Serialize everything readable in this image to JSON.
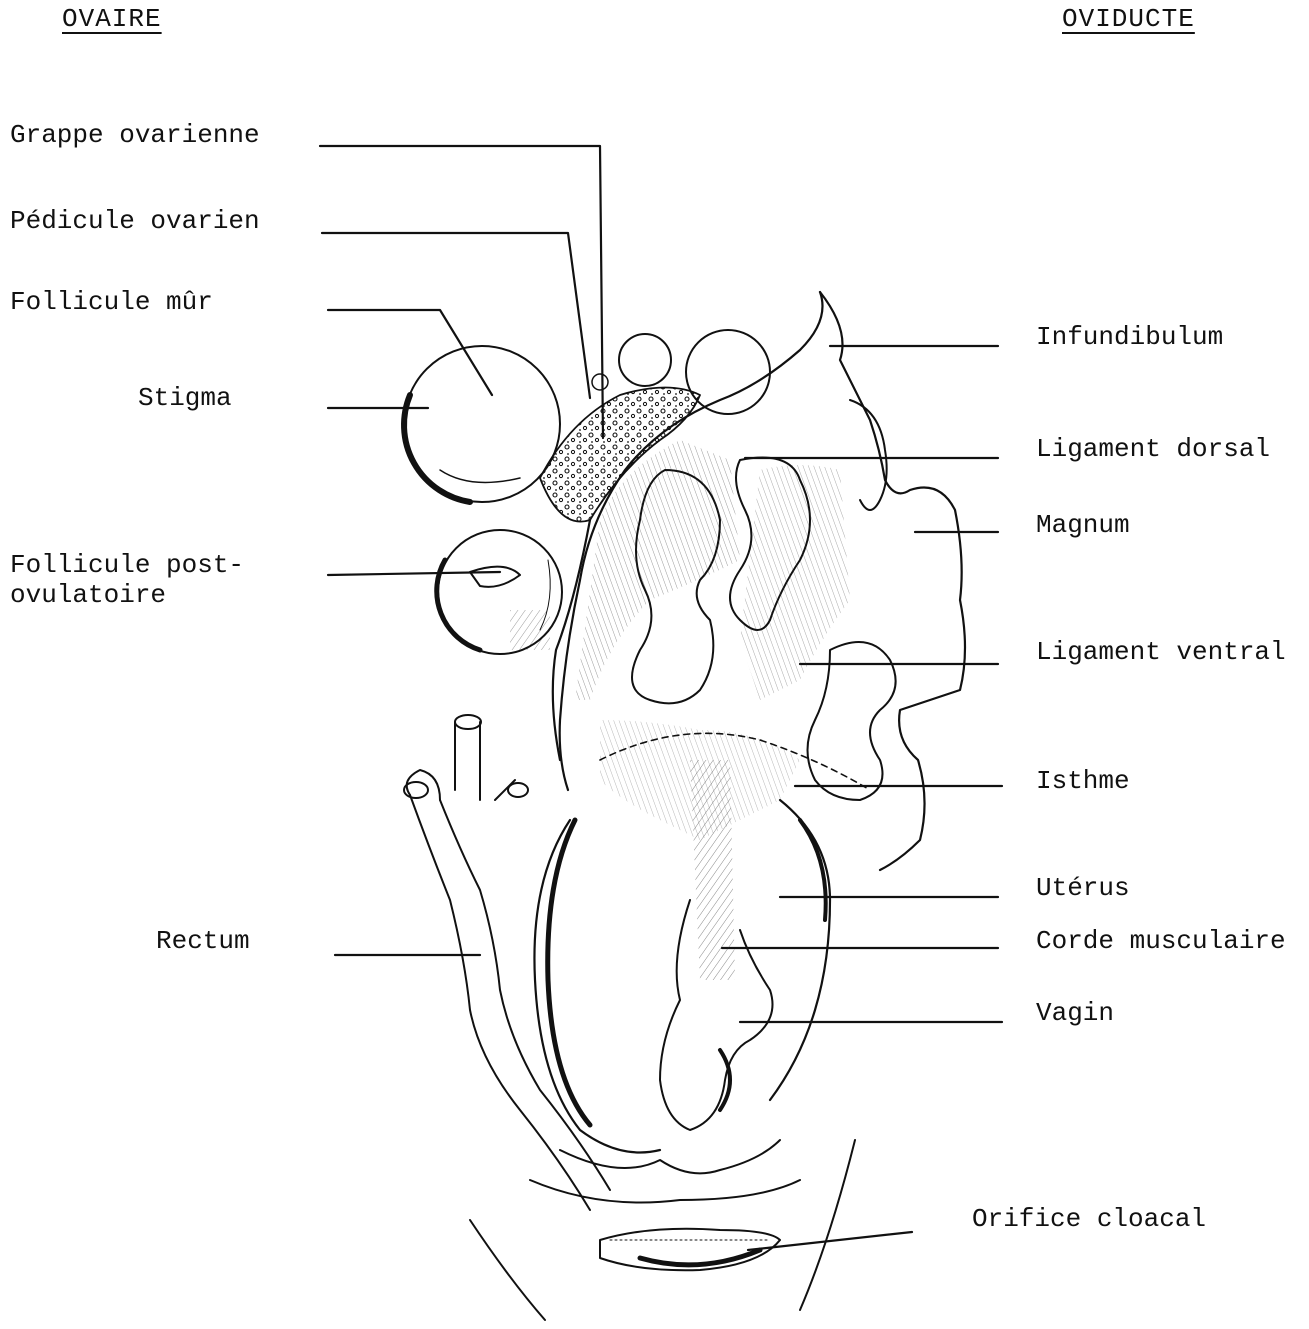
{
  "headers": {
    "left": "OVAIRE",
    "right": "OVIDUCTE"
  },
  "labels_left": {
    "grappe": "Grappe ovarienne",
    "pedicule": "Pédicule ovarien",
    "follicule_mur": "Follicule mûr",
    "stigma": "Stigma",
    "follicule_post_1": "Follicule post-",
    "follicule_post_2": "ovulatoire",
    "rectum": "Rectum"
  },
  "labels_right": {
    "infundibulum": "Infundibulum",
    "ligament_dorsal": "Ligament dorsal",
    "magnum": "Magnum",
    "ligament_ventral": "Ligament ventral",
    "isthme": "Isthme",
    "uterus": "Utérus",
    "corde": "Corde musculaire",
    "vagin": "Vagin",
    "orifice": "Orifice cloacal"
  }
}
